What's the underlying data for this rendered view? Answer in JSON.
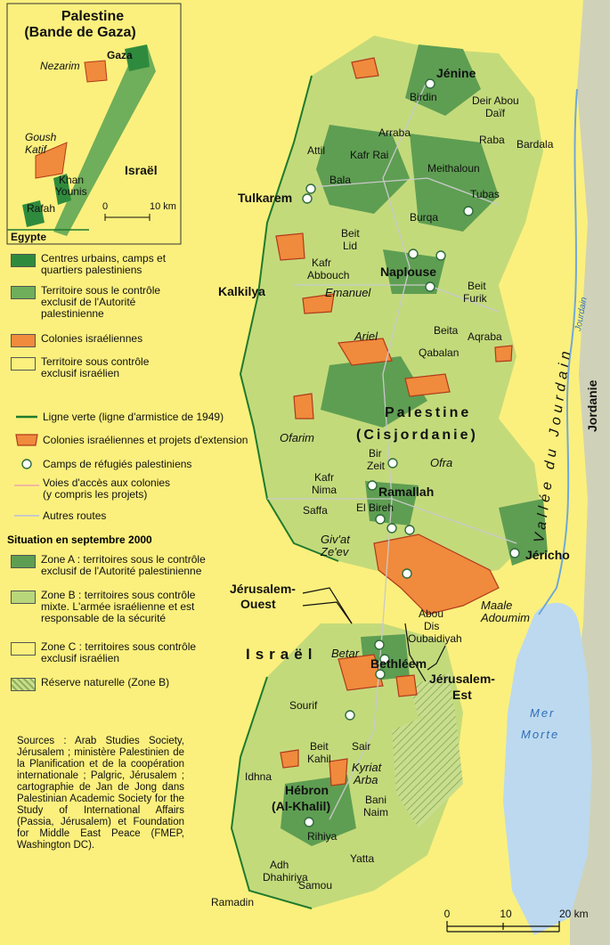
{
  "inset": {
    "title_line1": "Palestine",
    "title_line2": "(Bande de Gaza)",
    "labels": {
      "gaza": "Gaza",
      "nezarim": "Nezarim",
      "goush": "Goush",
      "katif": "Katif",
      "khan": "Khan",
      "younis": "Younis",
      "rafah": "Rafah",
      "israel": "Israël",
      "egypte": "Egypte"
    },
    "scale": {
      "zero": "0",
      "ten": "10 km"
    }
  },
  "legend": {
    "items": [
      {
        "lines": [
          "Centres urbains, camps et",
          "quartiers palestiniens"
        ],
        "color": "#2e8b3d"
      },
      {
        "lines": [
          "Territoire sous le contrôle",
          "exclusif de l'Autorité",
          "palestinienne"
        ],
        "color": "#6fae5a"
      },
      {
        "lines": [
          "Colonies israéliennes"
        ],
        "color": "#f08a3c"
      },
      {
        "lines": [
          "Territoire sous contrôle",
          "exclusif israélien"
        ],
        "color": "#fbf07d"
      }
    ],
    "symbols": {
      "ligne_verte": "Ligne verte (ligne d'armistice de 1949)",
      "colonies_ext": "Colonies israéliennes et projets d'extension",
      "camps": "Camps de réfugiés palestiniens",
      "voies_line1": "Voies d'accès aux colonies",
      "voies_line2": "(y compris les projets)",
      "autres": "Autres routes"
    },
    "situation_title": "Situation en septembre 2000",
    "zones": [
      {
        "lines": [
          "Zone A : territoires sous le contrôle",
          "exclusif de l'Autorité palestinienne"
        ],
        "color": "#5e9e52"
      },
      {
        "lines": [
          "Zone B : territoires sous contrôle",
          "mixte. L'armée israélienne et est",
          "responsable de la sécurité"
        ],
        "color": "#b8d67a"
      },
      {
        "lines": [
          "Zone C : territoires sous contrôle",
          "exclusif israélien"
        ],
        "color": "#fbf07d"
      },
      {
        "lines": [
          "Réserve naturelle (Zone B)"
        ],
        "color": "#c9dd8f"
      }
    ]
  },
  "sources": "Sources : Arab Studies Society, Jérusalem ; ministère Palestinien de la Planification et de la coopération internationale ; Palgric, Jérusalem ; cartographie de Jan de Jong dans Palestinian Academic Society for the Study of International Affairs (Passia, Jérusalem) et Foundation for Middle East Peace (FMEP, Washington DC).",
  "places": {
    "jenine": "Jénine",
    "birdin": "Birdin",
    "deir_abou": "Deir Abou",
    "daif": "Daïf",
    "arraba": "Arraba",
    "raba": "Raba",
    "bardala": "Bardala",
    "attil": "Attil",
    "kafr_rai": "Kafr Rai",
    "meithaloun": "Meithaloun",
    "bala": "Bala",
    "tulkarem": "Tulkarem",
    "tubas": "Tubas",
    "burqa": "Burqa",
    "beit": "Beit",
    "lid": "Lid",
    "kafr": "Kafr",
    "abbouch": "Abbouch",
    "naplouse": "Naplouse",
    "kalkilya": "Kalkilya",
    "emanuel": "Emanuel",
    "beit_furik_1": "Beit",
    "beit_furik_2": "Furik",
    "ariel": "Ariel",
    "beita": "Beita",
    "aqraba": "Aqraba",
    "qabalan": "Qabalan",
    "palestine": "Palestine",
    "cisjordanie": "(Cisjordanie)",
    "ofarim": "Ofarim",
    "bir": "Bir",
    "zeit": "Zeit",
    "ofra": "Ofra",
    "kafr_nima_1": "Kafr",
    "kafr_nima_2": "Nima",
    "ramallah": "Ramallah",
    "saffa": "Saffa",
    "el_bireh": "El Bireh",
    "givat": "Giv'at",
    "zeev": "Ze'ev",
    "jericho": "Jéricho",
    "jer_ouest_1": "Jérusalem-",
    "jer_ouest_2": "Ouest",
    "maale": "Maale",
    "adoumim": "Adoumim",
    "abou": "Abou",
    "dis": "Dis",
    "oubaidiyah": "Oubaidiyah",
    "israel": "Israël",
    "betar": "Betar",
    "bethleem": "Bethléem",
    "jer_est_1": "Jérusalem-",
    "jer_est_2": "Est",
    "sourif": "Sourif",
    "sair": "Sair",
    "beit_kahil_1": "Beit",
    "beit_kahil_2": "Kahil",
    "kyriat": "Kyriat",
    "arba": "Arba",
    "idhna": "Idhna",
    "hebron_1": "Hébron",
    "hebron_2": "(Al-Khalil)",
    "bani": "Bani",
    "naim": "Naim",
    "rihiya": "Rihiya",
    "yatta": "Yatta",
    "adh": "Adh",
    "dhahiriya": "Dhahiriya",
    "samou": "Samou",
    "ramadin": "Ramadin",
    "mer": "Mer",
    "morte": "Morte",
    "jordanie": "Jordanie",
    "vallee": "Vallée du Jourdain",
    "jourdain": "Jourdain"
  },
  "scale": {
    "zero": "0",
    "ten": "10",
    "twenty": "20 km"
  },
  "colors": {
    "zone_c": "#fbf07d",
    "zone_a": "#5e9e52",
    "zone_b": "#b8d67a",
    "colonies": "#f08a3c",
    "jordan": "#cfd2b8",
    "water": "#bcd9ef"
  }
}
